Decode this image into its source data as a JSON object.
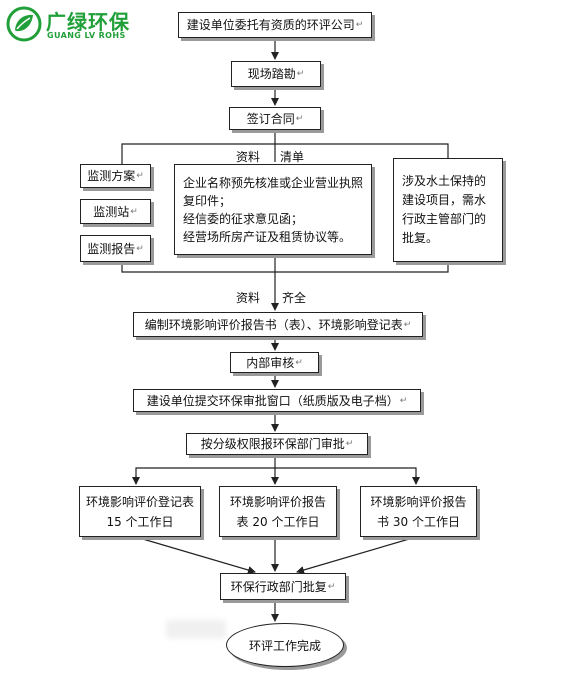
{
  "logo": {
    "name": "广绿环保",
    "sub": "GUANG LV ROHS",
    "color": "#21a03a"
  },
  "boxes": {
    "entrust": "建设单位委托有资质的环评公司",
    "survey": "现场踏勘",
    "contract": "签订合同",
    "monitor_plan": "监测方案",
    "monitor_station": "监测站",
    "monitor_report": "监测报告",
    "materials_list": [
      "企业名称预先核准或企业营业执照复印件；",
      "经信委的征求意见函；",
      "经营场所房产证及租赁协议等。"
    ],
    "water_soil": "涉及水土保持的建设项目，需水行政主管部门的批复。",
    "compile": "编制环境影响评价报告书（表）、环境影响登记表",
    "internal_review": "内部审核",
    "submit": "建设单位提交环保审批窗口（纸质版及电子档）",
    "grade_approval": "按分级权限报环保部门审批",
    "reg_form": "环境影响评价登记表 15 个工作日",
    "report_form": "环境影响评价报告表 20 个工作日",
    "report_book": "环境影响评价报告书 30 个工作日",
    "admin_reply": "环保行政部门批复",
    "done": "环评工作完成"
  },
  "labels": {
    "materials": "资料",
    "list": "清单",
    "materials2": "资料",
    "complete": "齐全"
  }
}
